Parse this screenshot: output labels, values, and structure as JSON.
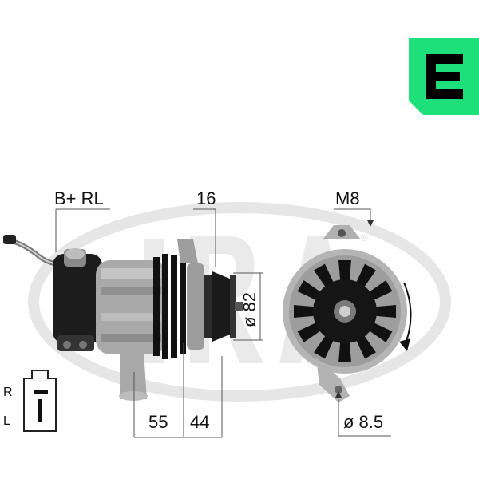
{
  "badge": {
    "letter": "E",
    "color": "#1ee07a"
  },
  "watermark": {
    "color": "#e6e6e6"
  },
  "labels": {
    "terminal": "B+ RL",
    "pulley_width": "16",
    "pulley_diameter": "ø 82",
    "mount_spacing_left": "55",
    "mount_spacing_right": "44",
    "thread": "M8",
    "hole_diameter": "ø 8.5"
  },
  "connector": {
    "top_pin": "R",
    "bottom_pin": "L"
  }
}
